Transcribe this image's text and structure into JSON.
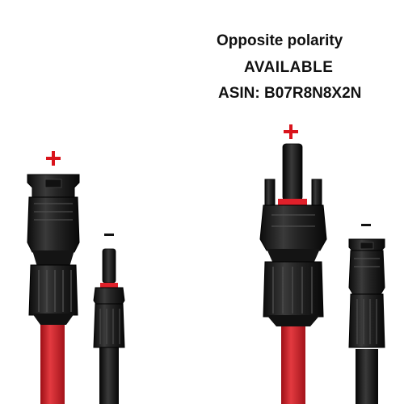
{
  "caption": {
    "line1": "Opposite polarity",
    "line2": "AVAILABLE",
    "line3": "ASIN: B07R8N8X2N"
  },
  "markers": {
    "left_plus": "+",
    "left_minus": "–",
    "right_plus": "+",
    "right_minus": "–"
  },
  "colors": {
    "plus_red": "#d9141c",
    "minus_black": "#111111",
    "connector_body": "#1e1e1e",
    "red_cable": "#d5212a",
    "black_cable": "#1a1a1a",
    "seal_red": "#e0202a"
  }
}
